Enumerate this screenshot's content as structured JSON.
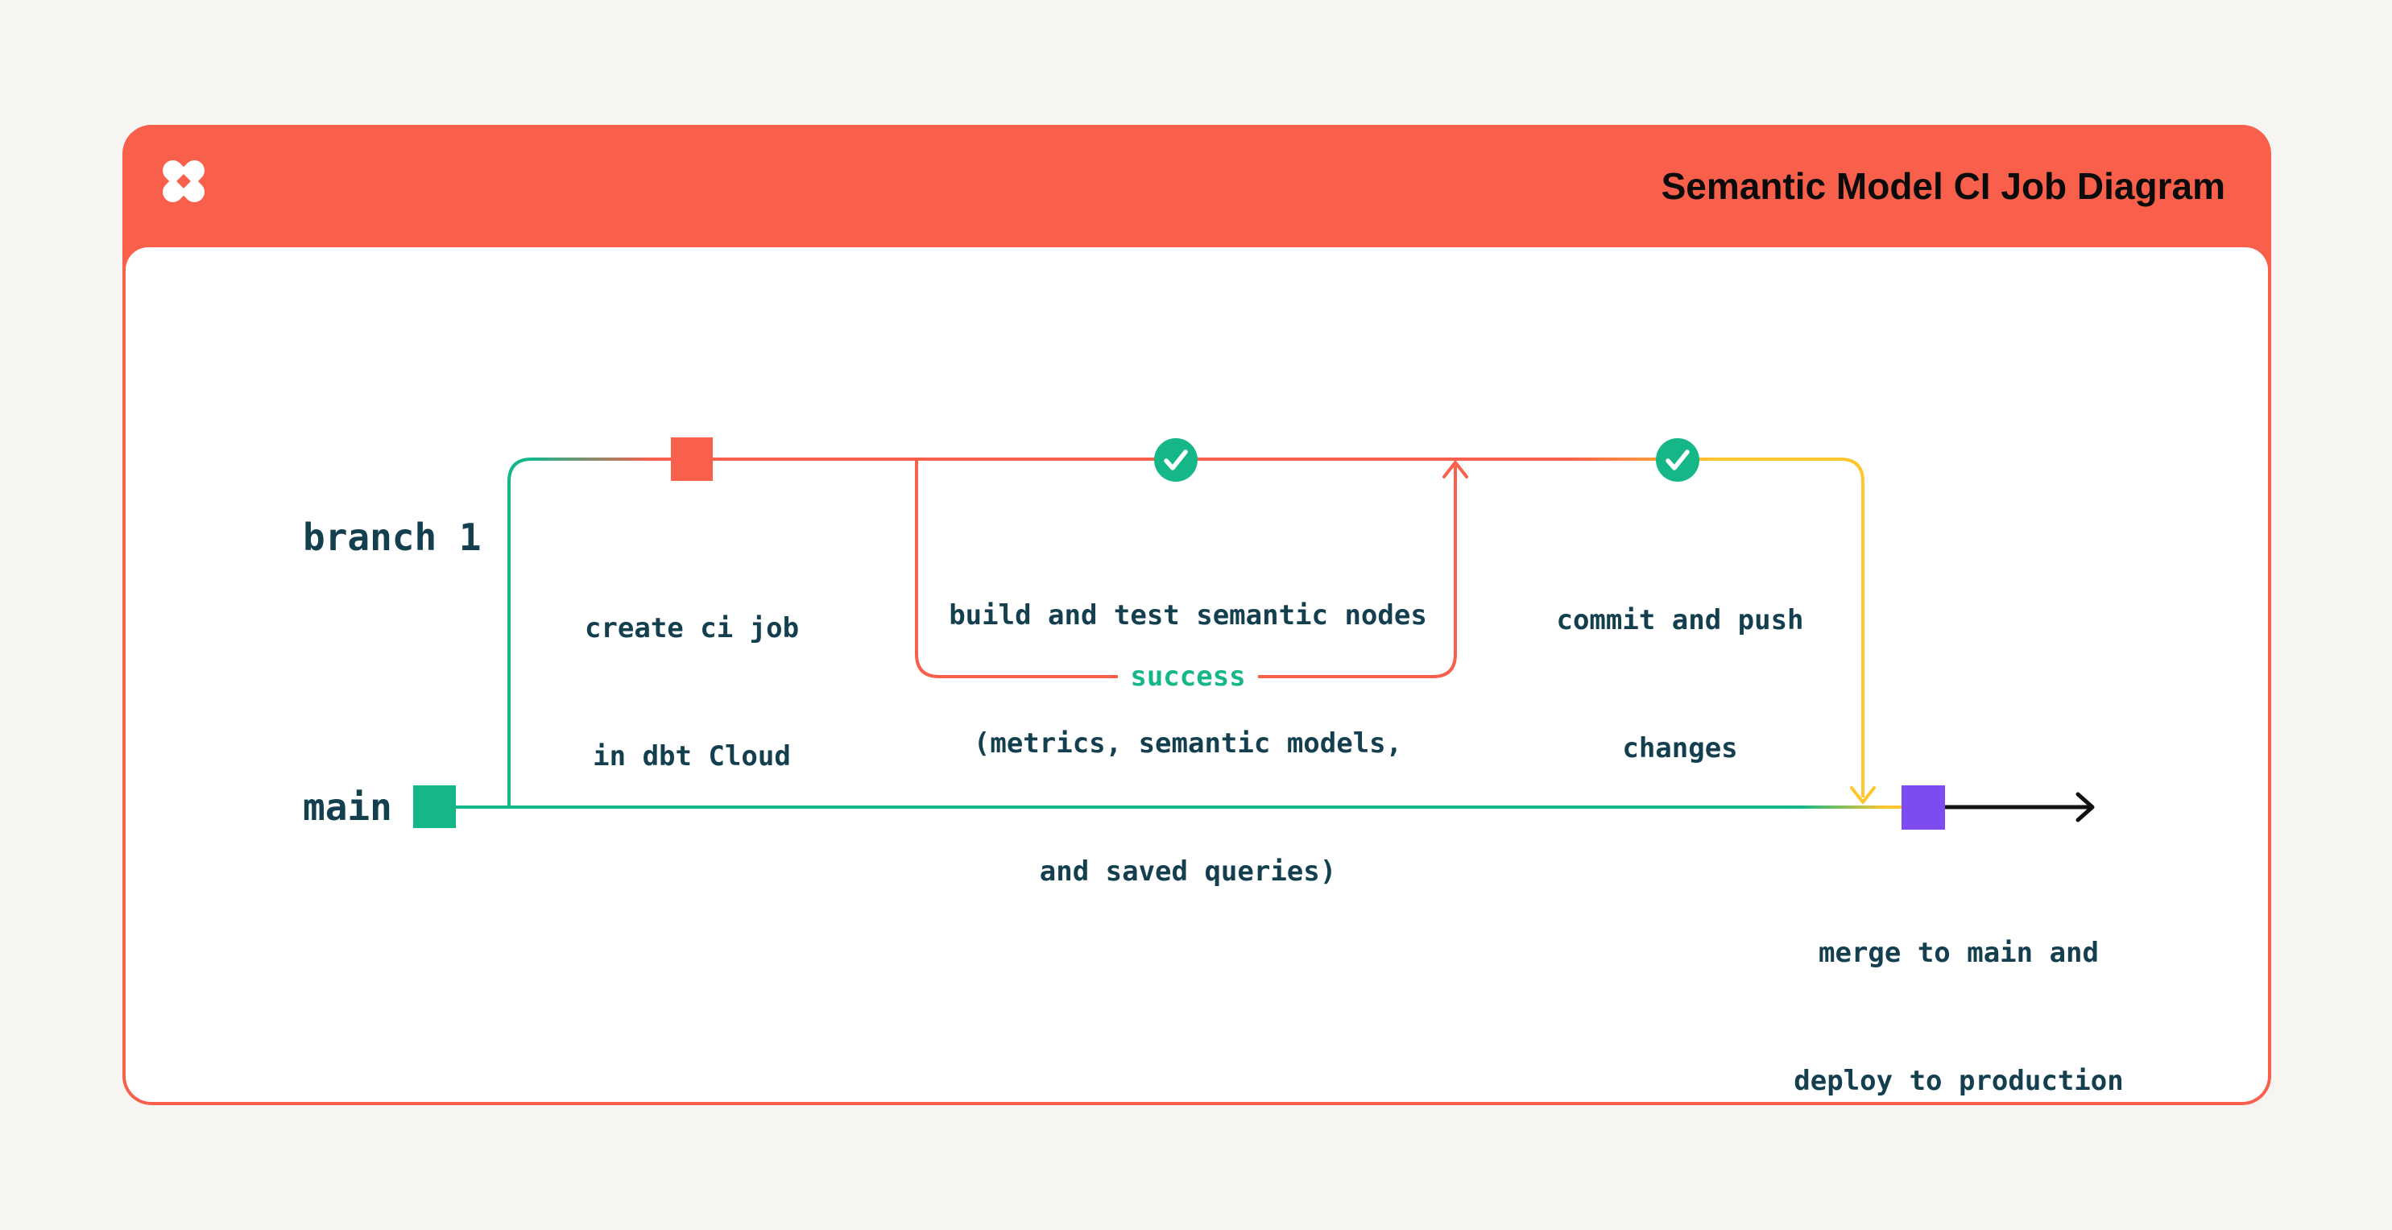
{
  "header": {
    "title": "Semantic Model CI Job Diagram",
    "logo": "dbt-logo"
  },
  "colors": {
    "coral": "#F9604B",
    "green": "#15B789",
    "yellow": "#FFC72E",
    "purple": "#7C4BF2",
    "dark": "#133F4F",
    "title": "#0B0B0B",
    "black": "#111111",
    "page-bg": "#F6F5F1",
    "card-bg": "#FFFFFF"
  },
  "lanes": {
    "branch": "branch 1",
    "main": "main"
  },
  "labels": {
    "success": "success"
  },
  "nodes": {
    "create_ci_job": {
      "marker": "orange-commit-square",
      "lines": [
        "create ci job",
        "in dbt Cloud"
      ]
    },
    "build_test": {
      "marker": "green-check-circle",
      "lines": [
        "build and test semantic nodes",
        "(metrics, semantic models,",
        "and saved queries)"
      ]
    },
    "commit_push": {
      "marker": "green-check-circle",
      "lines": [
        "commit and push",
        "changes"
      ]
    },
    "merge_deploy": {
      "marker": "purple-commit-square",
      "lines": [
        "merge to main and",
        "deploy to production"
      ]
    }
  }
}
